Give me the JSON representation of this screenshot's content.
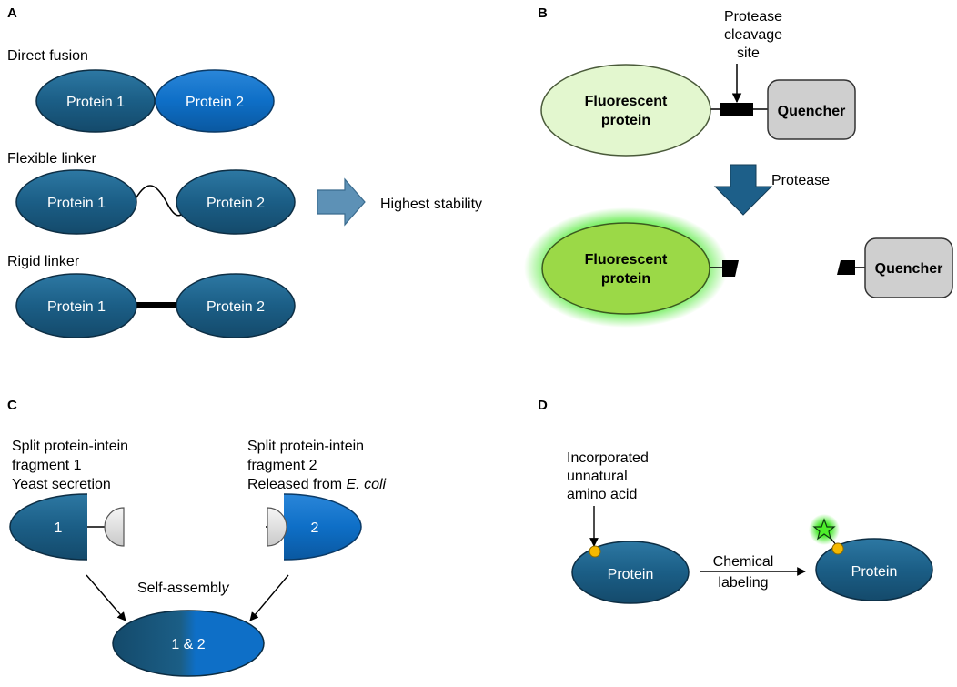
{
  "panels": {
    "a": {
      "letter": "A",
      "direct_label": "Direct fusion",
      "flexible_label": "Flexible linker",
      "rigid_label": "Rigid linker",
      "protein1": "Protein 1",
      "protein2": "Protein 2",
      "result": "Highest stability"
    },
    "b": {
      "letter": "B",
      "cleavage_line1": "Protease",
      "cleavage_line2": "cleavage",
      "cleavage_line3": "site",
      "fp_line1": "Fluorescent",
      "fp_line2": "protein",
      "quencher": "Quencher",
      "protease": "Protease"
    },
    "c": {
      "letter": "C",
      "frag1_line1": "Split protein-intein",
      "frag1_line2": "fragment 1",
      "frag1_line3": "Yeast secretion",
      "frag2_line1": "Split protein-intein",
      "frag2_line2": "fragment 2",
      "frag2_line3_prefix": "Released from ",
      "frag2_line3_italic": "E. coli",
      "num1": "1",
      "num2": "2",
      "self_assembly_prefix": "Self-assembl",
      "self_assembly_italic": "y",
      "combined": "1 & 2"
    },
    "d": {
      "letter": "D",
      "uaa_line1": "Incorporated",
      "uaa_line2": "unnatural",
      "uaa_line3": "amino acid",
      "protein": "Protein",
      "chem_line1": "Chemical",
      "chem_line2": "labeling"
    }
  },
  "colors": {
    "dark_blue": "#1b5e86",
    "bright_blue": "#0e6fc7",
    "arrow_steel": "#5d91b6",
    "light_green": "#e3f7cf",
    "bright_green": "#9bd947",
    "glow_green": "#2ee60f",
    "quencher_gray": "#cfcfcf",
    "dark_arrow": "#1d5f89",
    "amino_yellow": "#f5b800"
  }
}
